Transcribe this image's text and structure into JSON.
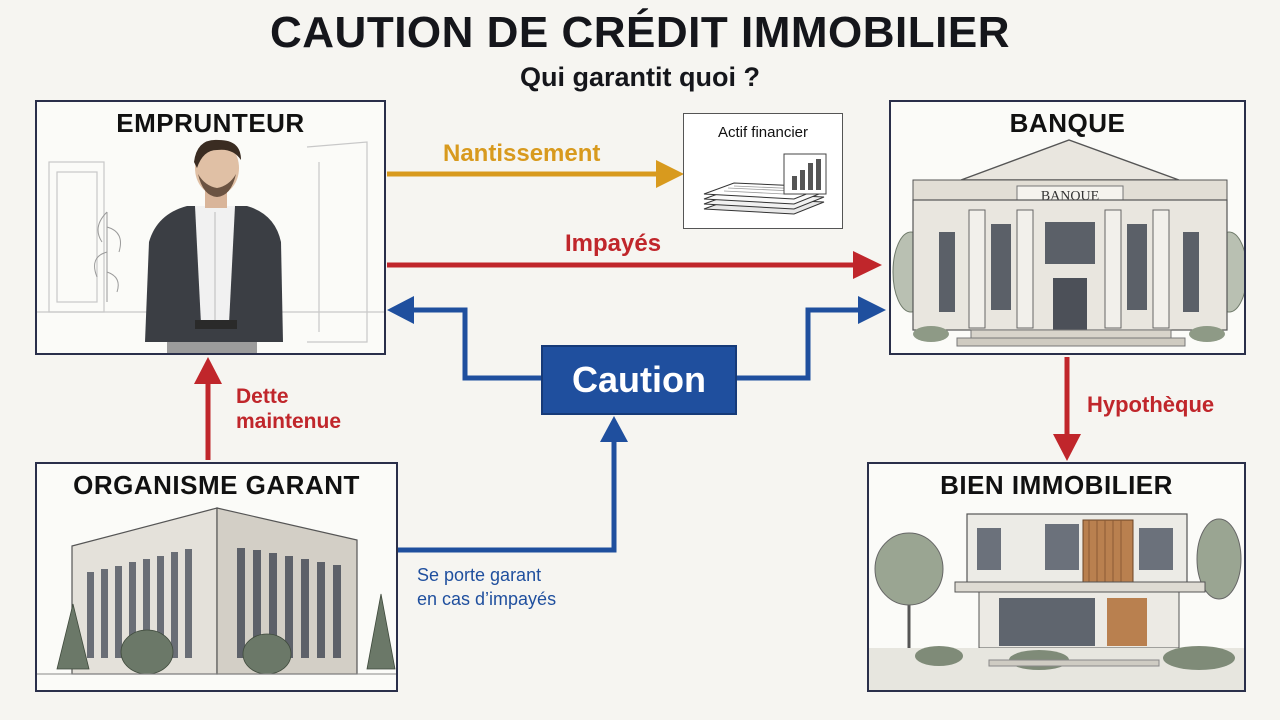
{
  "header": {
    "title": "CAUTION DE CRÉDIT IMMOBILIER",
    "subtitle": "Qui garantit quoi ?"
  },
  "nodes": {
    "emprunteur": "EMPRUNTEUR",
    "banque": "BANQUE",
    "organisme": "ORGANISME GARANT",
    "bien": "BIEN IMMOBILIER",
    "caution": "Caution",
    "actif": "Actif financier",
    "bank_sign": "BANQUE"
  },
  "relations": {
    "nantissement": "Nantissement",
    "impayes": "Impayés",
    "hypotheque": "Hypothèque",
    "dette_line1": "Dette",
    "dette_line2": "maintenue",
    "garant_line1": "Se porte garant",
    "garant_line2": "en cas d’impayés"
  },
  "colors": {
    "orange": "#d89a1e",
    "red": "#c0262b",
    "blue": "#1f4f9e",
    "border": "#2a2f4a"
  },
  "icons": {
    "emprunteur": "man-in-suit-icon",
    "banque": "bank-building-icon",
    "organisme": "office-building-icon",
    "bien": "modern-house-icon",
    "actif": "document-stack-icon"
  }
}
